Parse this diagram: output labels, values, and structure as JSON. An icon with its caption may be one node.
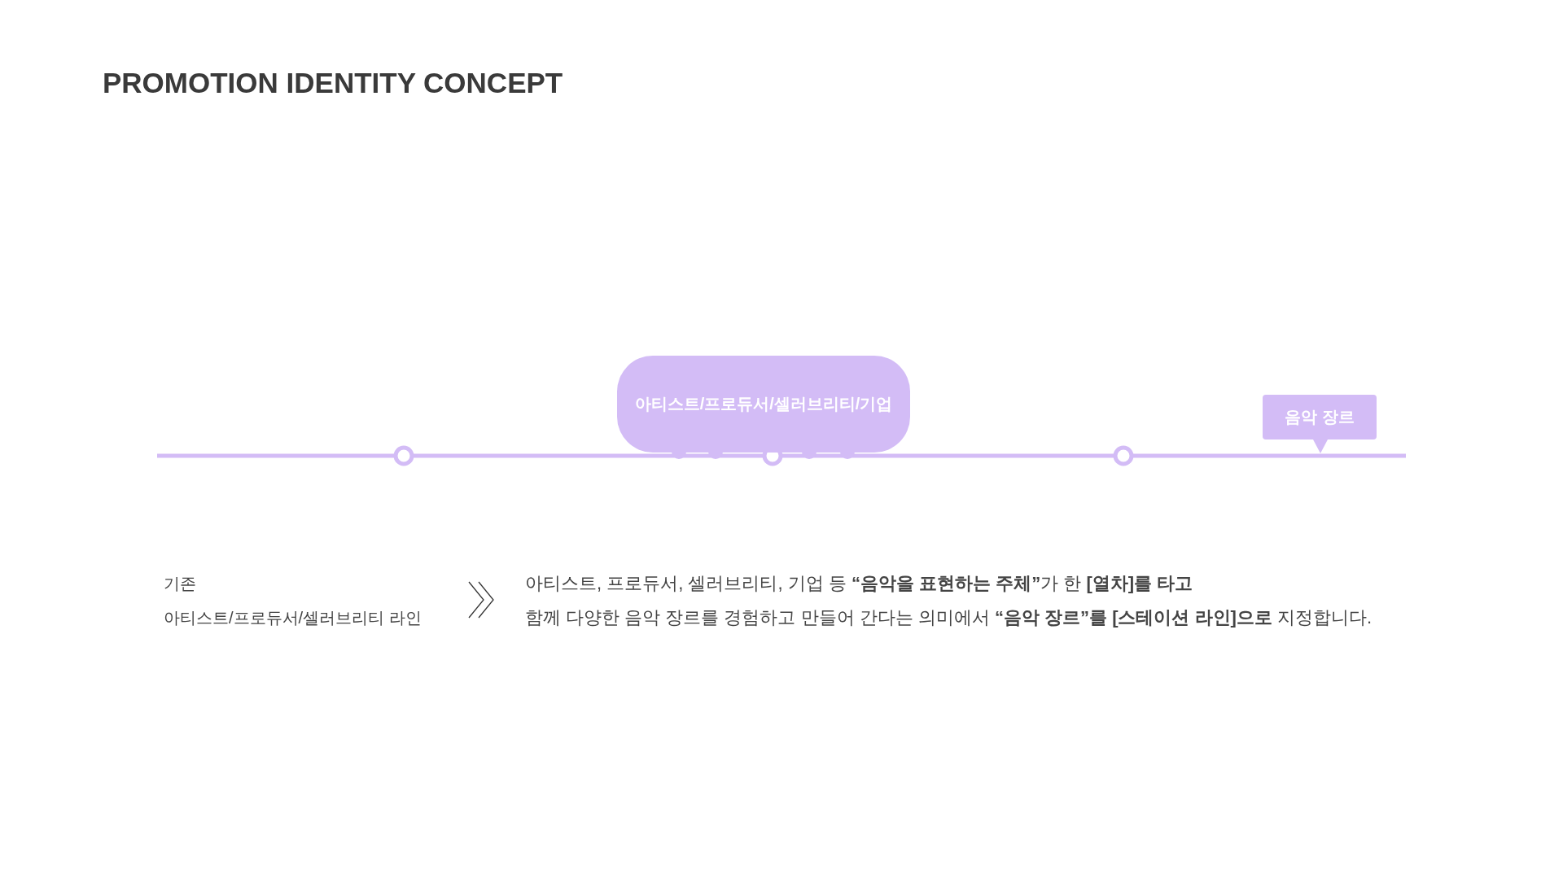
{
  "diagram": {
    "title": "PROMOTION IDENTITY CONCEPT",
    "nodes": [
      {
        "text": [
          "아티스트/프로듀서/셀러브리티/기업"
        ]
      },
      {
        "text": [
          "음악 장르"
        ]
      },
      {
        "text": [
          "기존",
          "아티스트/프로듀서/셀러브리티 라인"
        ]
      },
      {
        "text": [
          "아티스트, 프로듀서, 셀러브리티, 기업 등 **“음악을 표현하는 주체”**가 한 **[열차]를 타고**",
          "함께 다양한 음악 장르를 경험하고 만들어 간다는 의미에서 **“음악 장르”를 [스테이션 라인]으로** 지정합니다."
        ]
      }
    ],
    "edges": [
      {
        "from": 2,
        "to": 3,
        "arrow": "to"
      }
    ]
  }
}
